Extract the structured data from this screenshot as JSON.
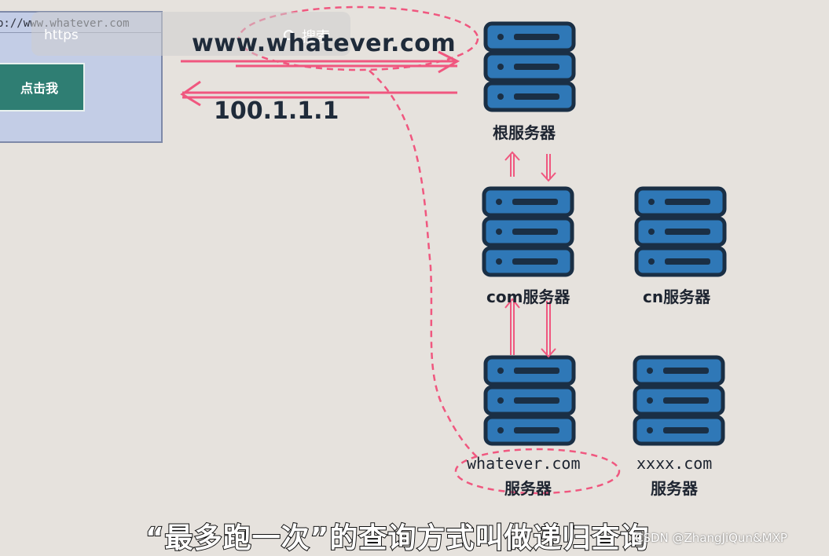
{
  "browser": {
    "url": "p://www.whatever.com",
    "button_label": "点击我"
  },
  "overlay": {
    "scheme": "https",
    "search_label": "搜索"
  },
  "request": {
    "domain": "www.whatever.com",
    "response_ip": "100.1.1.1"
  },
  "servers": {
    "root": "根服务器",
    "com": "com服务器",
    "cn": "cn服务器",
    "whatever_line1": "whatever.com",
    "whatever_line2": "服务器",
    "xxxx_line1": "xxxx.com",
    "xxxx_line2": "服务器"
  },
  "caption": "“最多跑一次”的查询方式叫做递归查询",
  "watermark": "CSDN @ZhangJiQun&MXP",
  "colors": {
    "server_fill": "#2f78b7",
    "server_outline": "#1a2f45",
    "arrow": "#f0577f",
    "browser_bg": "#c3cde6",
    "button": "#2f7e73"
  }
}
